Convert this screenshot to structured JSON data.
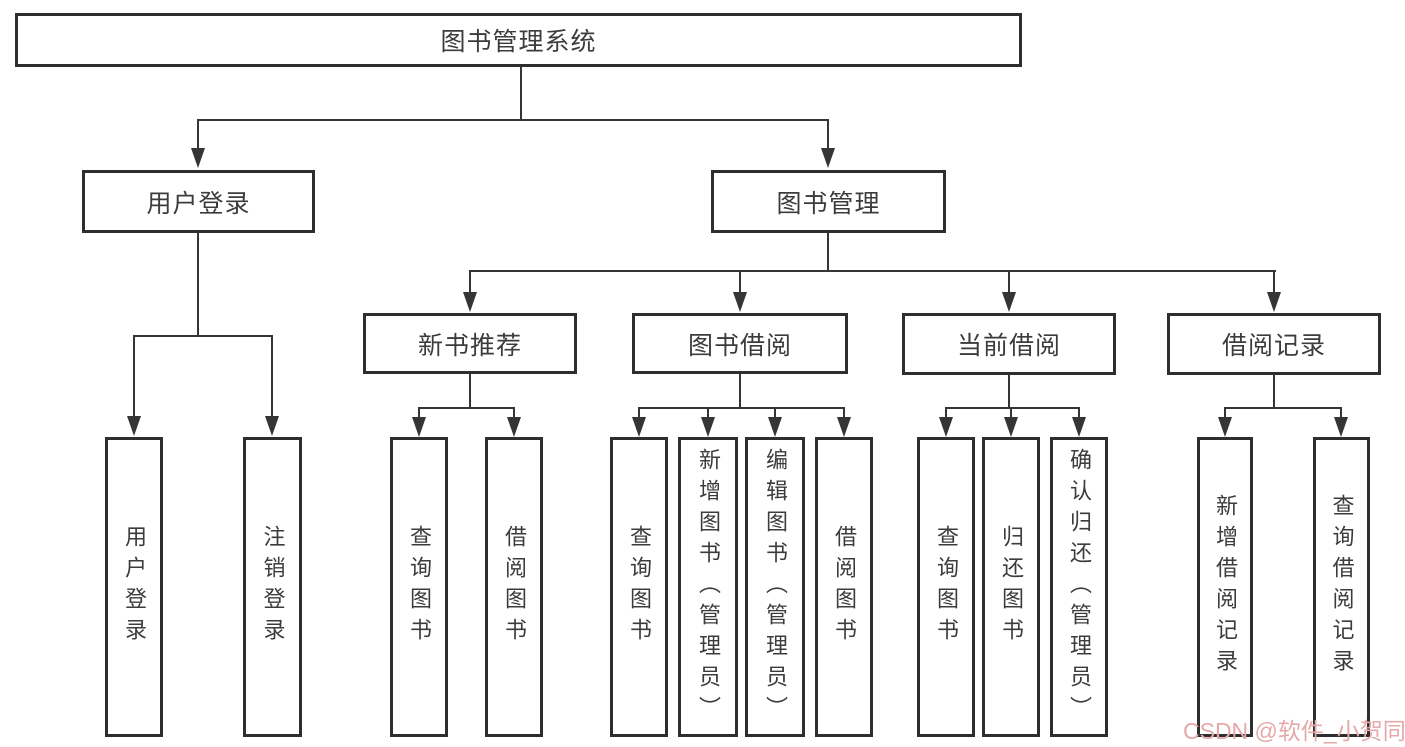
{
  "diagram": {
    "root": "图书管理系统",
    "level1": {
      "user_login": "用户登录",
      "book_management": "图书管理"
    },
    "level2": {
      "new_book_recommend": "新书推荐",
      "book_borrow": "图书借阅",
      "current_borrow": "当前借阅",
      "borrow_records": "借阅记录"
    },
    "leaves": {
      "ul_user_login": "用户登录",
      "ul_logout": "注销登录",
      "nb_query_book": "查询图书",
      "nb_borrow_book": "借阅图书",
      "bb_query_book": "查询图书",
      "bb_add_book": "新增图书（管理员）",
      "bb_edit_book": "编辑图书（管理员）",
      "bb_borrow_book": "借阅图书",
      "cb_query_book": "查询图书",
      "cb_return_book": "归还图书",
      "cb_confirm_return": "确认归还（管理员）",
      "br_add_record": "新增借阅记录",
      "br_query_record": "查询借阅记录"
    }
  },
  "watermark": {
    "text": "CSDN @软件_小贺同学",
    "color": "#e4a9a9"
  },
  "colors": {
    "line": "#353535",
    "box_border": "#2e2e2e",
    "text": "#3c3c3c",
    "background": "#ffffff"
  }
}
